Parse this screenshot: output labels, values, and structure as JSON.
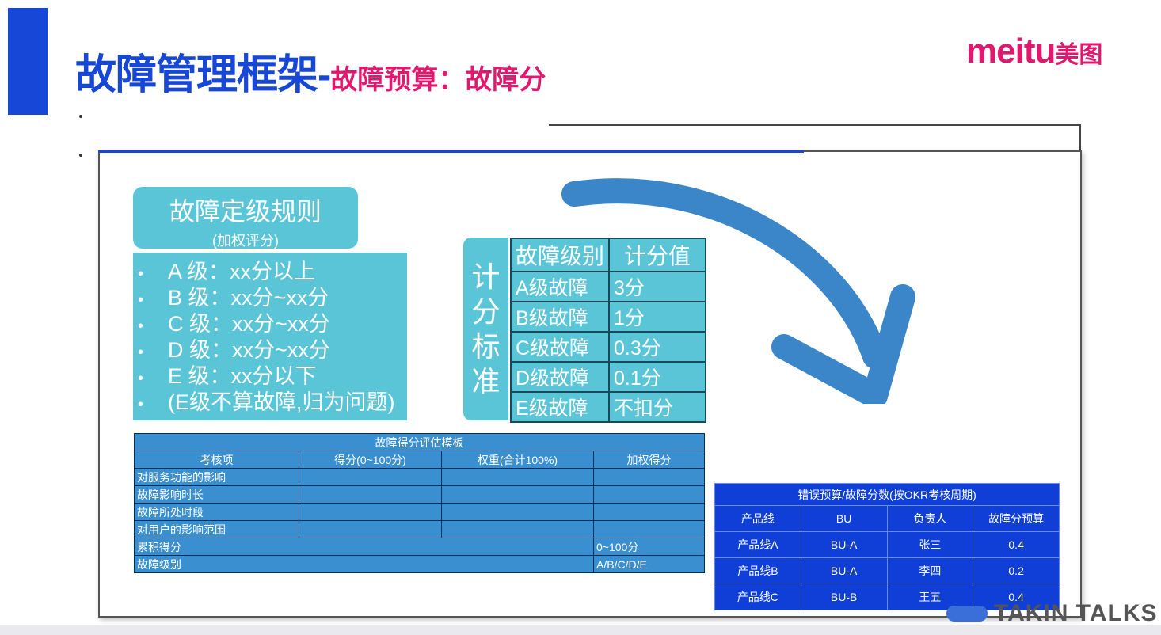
{
  "title": {
    "main": "故障管理框架-",
    "sub": "故障预算：故障分"
  },
  "logo": {
    "en": "meitu",
    "cn": "美图"
  },
  "rules": {
    "heading": "故障定级规则",
    "subheading": "(加权评分)",
    "items": [
      "A 级：xx分以上",
      "B 级：xx分~xx分",
      "C 级：xx分~xx分",
      "D 级：xx分~xx分",
      "E 级：xx分以下",
      "(E级不算故障,归为问题)"
    ]
  },
  "scoring": {
    "label": [
      "计",
      "分",
      "标",
      "准"
    ],
    "headers": [
      "故障级别",
      "计分值"
    ],
    "rows": [
      [
        "A级故障",
        "3分"
      ],
      [
        "B级故障",
        "1分"
      ],
      [
        "C级故障",
        "0.3分"
      ],
      [
        "D级故障",
        "0.1分"
      ],
      [
        "E级故障",
        "不扣分"
      ]
    ]
  },
  "eval_table": {
    "caption": "故障得分评估模板",
    "headers": [
      "考核项",
      "得分(0~100分)",
      "权重(合计100%)",
      "加权得分"
    ],
    "rows": [
      "对服务功能的影响",
      "故障影响时长",
      "故障所处时段",
      "对用户的影响范围"
    ],
    "summary": [
      {
        "label": "累积得分",
        "value": "0~100分"
      },
      {
        "label": "故障级别",
        "value": "A/B/C/D/E"
      }
    ]
  },
  "budget_table": {
    "caption": "错误预算/故障分数(按OKR考核周期)",
    "headers": [
      "产品线",
      "BU",
      "负责人",
      "故障分预算"
    ],
    "rows": [
      [
        "产品线A",
        "BU-A",
        "张三",
        "0.4"
      ],
      [
        "产品线B",
        "BU-A",
        "李四",
        "0.2"
      ],
      [
        "产品线C",
        "BU-B",
        "王五",
        "0.4"
      ]
    ]
  },
  "footer": {
    "brand": "TAKIN TALKS"
  },
  "colors": {
    "accent": "#1747d6",
    "brand": "#e0186e",
    "teal": "#5bc5d8",
    "arrow": "#3b86c8"
  }
}
